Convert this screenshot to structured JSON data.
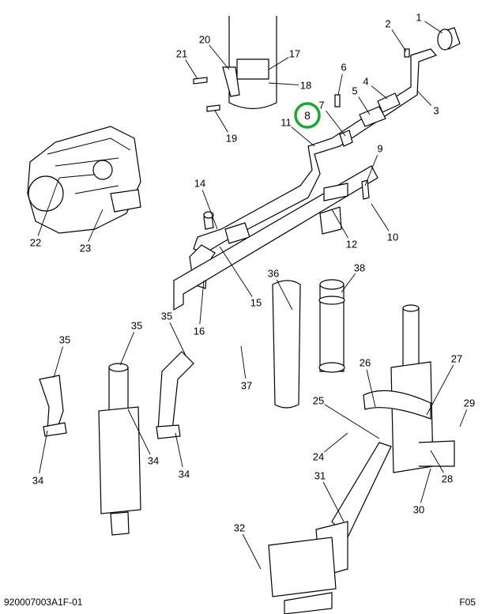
{
  "diagram": {
    "callouts": [
      "1",
      "2",
      "17",
      "20",
      "21",
      "18",
      "6",
      "4",
      "5",
      "3",
      "7",
      "8",
      "11",
      "19",
      "9",
      "14",
      "12",
      "10",
      "22",
      "23",
      "15",
      "16",
      "36",
      "38",
      "35",
      "35",
      "35",
      "37",
      "26",
      "27",
      "25",
      "29",
      "24",
      "34",
      "34",
      "34",
      "28",
      "31",
      "30",
      "32"
    ],
    "highlighted_callout": "8",
    "highlight_color": "#1aa82e"
  },
  "footer": {
    "drawing_number": "920007003A1F-01",
    "page_code": "F05"
  }
}
